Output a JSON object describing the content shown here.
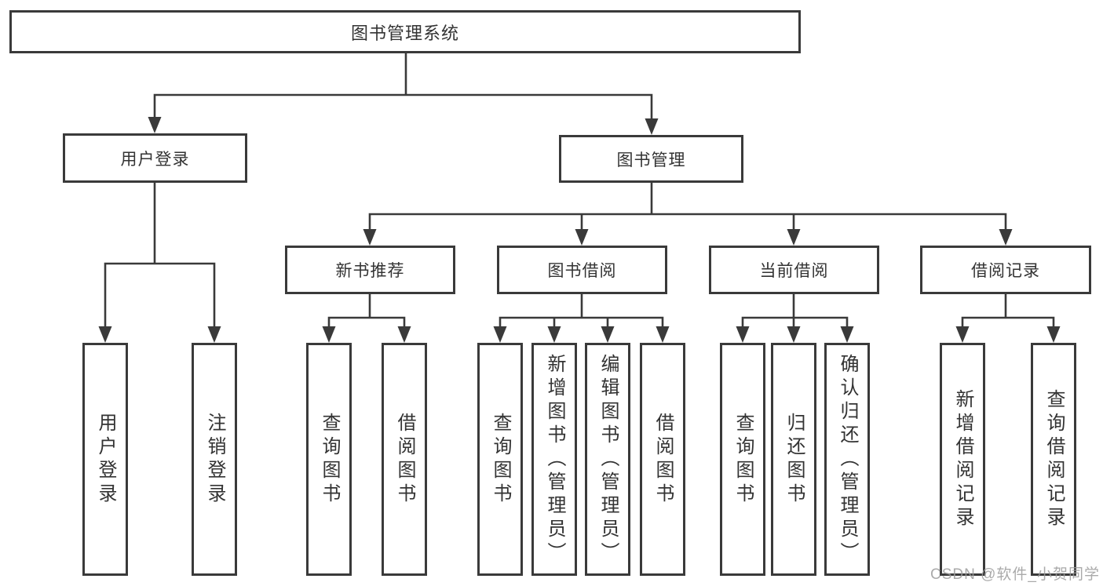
{
  "nodes": {
    "root": "图书管理系统",
    "user_login": "用户登录",
    "book_mgmt": "图书管理",
    "new_book": "新书推荐",
    "book_borrow": "图书借阅",
    "current_borrow": "当前借阅",
    "borrow_record": "借阅记录"
  },
  "leaves": {
    "user_login": [
      "用户登录",
      "注销登录"
    ],
    "new_book": [
      "查询图书",
      "借阅图书"
    ],
    "book_borrow": [
      "查询图书",
      "新增图书（管理员）",
      "编辑图书（管理员）",
      "借阅图书"
    ],
    "current_borrow": [
      "查询图书",
      "归还图书",
      "确认归还（管理员）"
    ],
    "borrow_record": [
      "新增借阅记录",
      "查询借阅记录"
    ]
  },
  "watermark": "CSDN @软件_小贺同学",
  "colors": {
    "line": "#3a3a3a",
    "text": "#333333",
    "background": "#ffffff",
    "watermark": "#9c9c9c"
  }
}
